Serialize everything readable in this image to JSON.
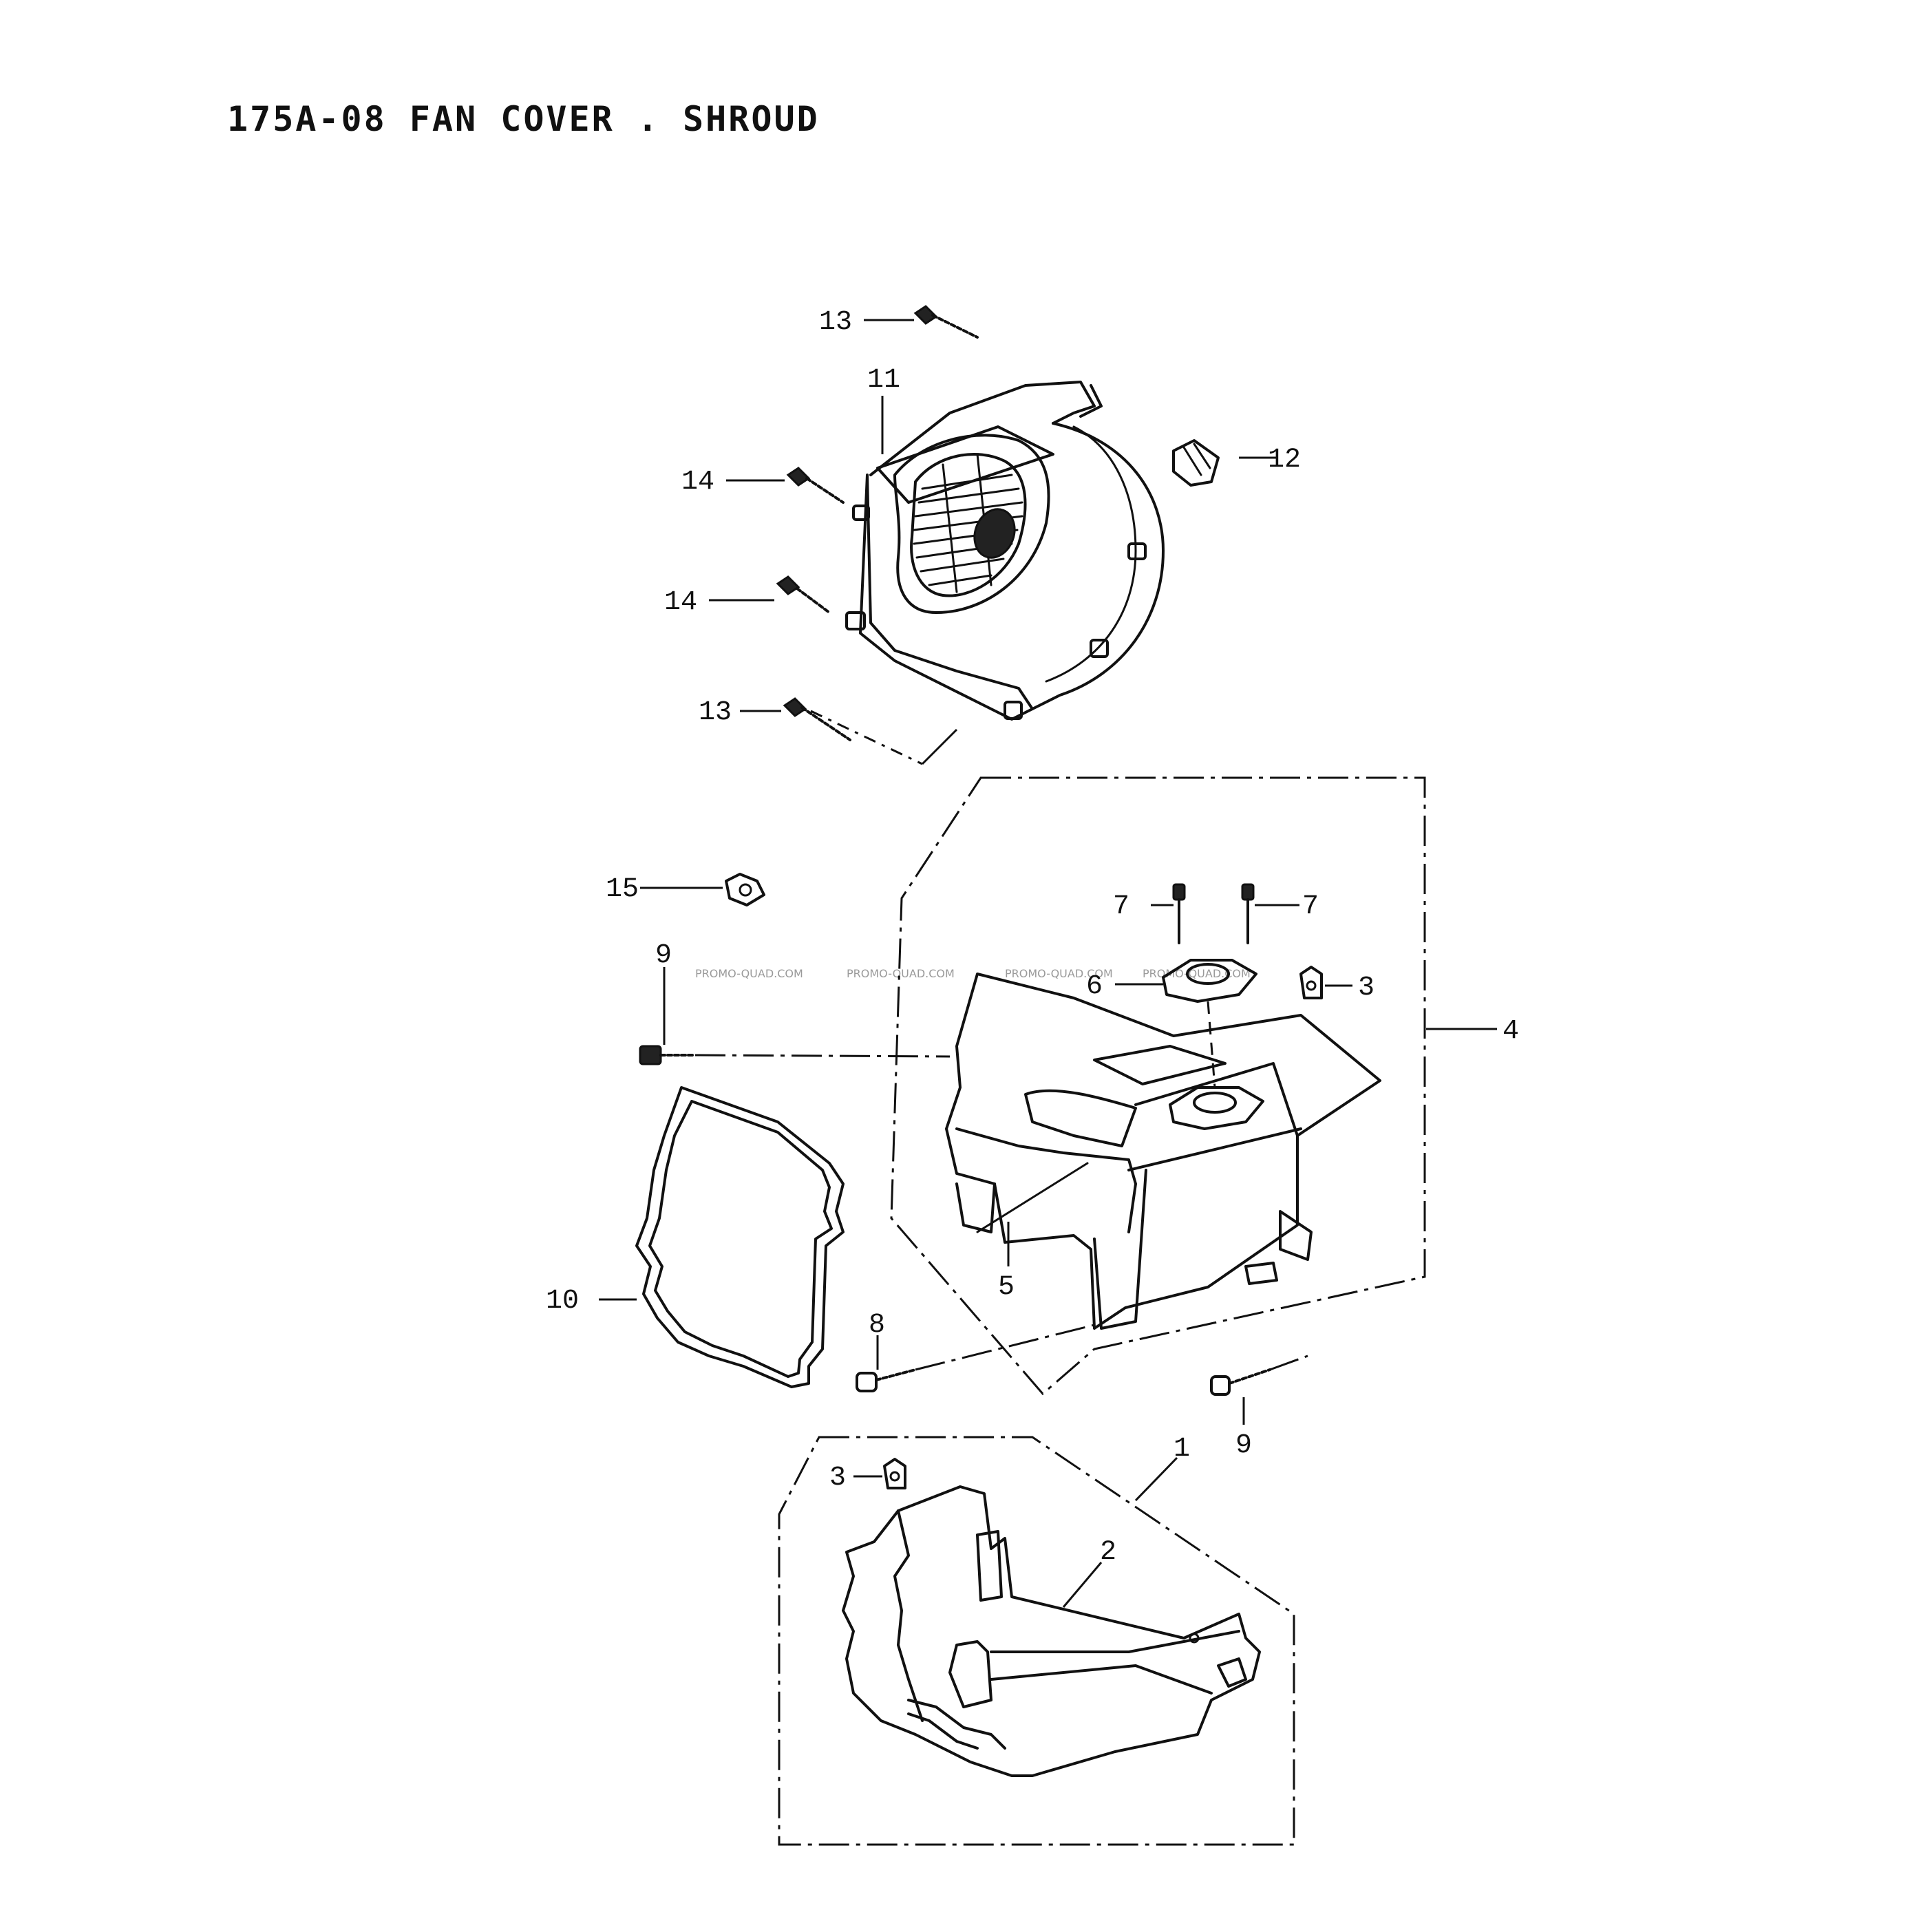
{
  "title": "175A-08 FAN COVER . SHROUD",
  "watermark": [
    "PROMO-QUAD.COM",
    "PROMO-QUAD.COM",
    "PROMO-QUAD.COM",
    "PROMO-QUAD.COM"
  ],
  "callouts": {
    "c1": "1",
    "c2": "2",
    "c3a": "3",
    "c3b": "3",
    "c4": "4",
    "c5": "5",
    "c6": "6",
    "c7a": "7",
    "c7b": "7",
    "c8": "8",
    "c9a": "9",
    "c9b": "9",
    "c10": "10",
    "c11": "11",
    "c12": "12",
    "c13a": "13",
    "c13b": "13",
    "c14a": "14",
    "c14b": "14",
    "c15": "15"
  },
  "parts": [
    {
      "id": "1",
      "icon": "shroud-assembly-lower"
    },
    {
      "id": "2",
      "icon": "lower-shroud"
    },
    {
      "id": "3",
      "icon": "clip-nut"
    },
    {
      "id": "4",
      "icon": "shroud-assembly-upper"
    },
    {
      "id": "5",
      "icon": "upper-shroud"
    },
    {
      "id": "6",
      "icon": "grommet-plate"
    },
    {
      "id": "7",
      "icon": "screw"
    },
    {
      "id": "8",
      "icon": "bolt"
    },
    {
      "id": "9",
      "icon": "bolt"
    },
    {
      "id": "10",
      "icon": "seal-gasket"
    },
    {
      "id": "11",
      "icon": "fan-cover"
    },
    {
      "id": "12",
      "icon": "grommet"
    },
    {
      "id": "13",
      "icon": "screw"
    },
    {
      "id": "14",
      "icon": "screw"
    },
    {
      "id": "15",
      "icon": "nut"
    }
  ],
  "colors": {
    "line": "#111111",
    "background": "#ffffff",
    "watermark": "#9a9a9a"
  }
}
